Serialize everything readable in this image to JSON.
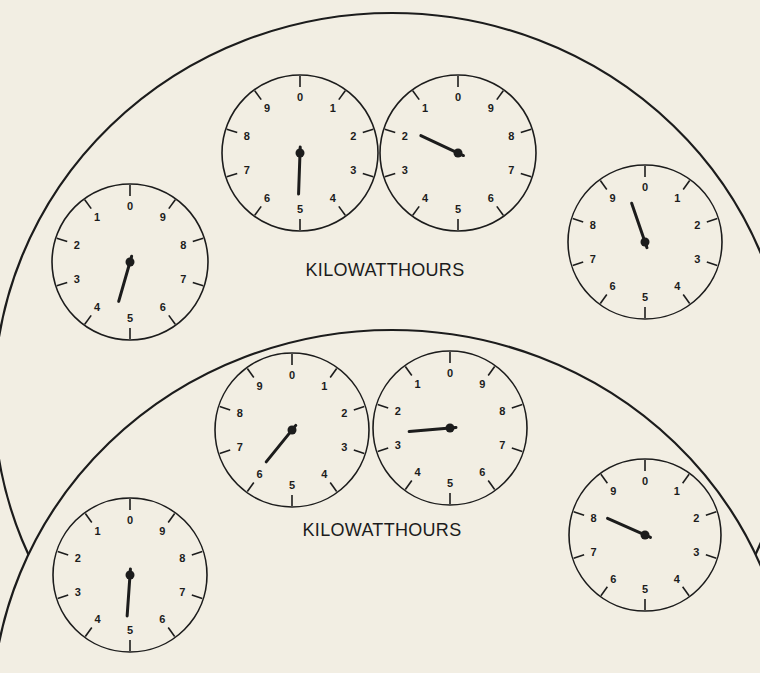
{
  "diagram": {
    "nodes": [
      {
        "text": [
          "KILOWATTHOURS"
        ]
      },
      {
        "text": [
          "0",
          "1",
          "2",
          "3",
          "4",
          "5",
          "6",
          "7",
          "8",
          "9"
        ],
        "in": 0
      },
      {
        "text": [
          "0",
          "1",
          "2",
          "3",
          "4",
          "5",
          "6",
          "7",
          "8",
          "9"
        ],
        "in": 0
      },
      {
        "text": [
          "0",
          "1",
          "2",
          "3",
          "4",
          "5",
          "6",
          "7",
          "8",
          "9"
        ],
        "in": 0
      },
      {
        "text": [
          "0",
          "1",
          "2",
          "3",
          "4",
          "5",
          "6",
          "7",
          "8",
          "9"
        ],
        "in": 0
      },
      {
        "text": [
          "KILOWATTHOURS"
        ]
      },
      {
        "text": [
          "0",
          "1",
          "2",
          "3",
          "4",
          "5",
          "6",
          "7",
          "8",
          "9"
        ],
        "in": 5
      },
      {
        "text": [
          "0",
          "1",
          "2",
          "3",
          "4",
          "5",
          "6",
          "7",
          "8",
          "9"
        ],
        "in": 5
      },
      {
        "text": [
          "0",
          "1",
          "2",
          "3",
          "4",
          "5",
          "6",
          "7",
          "8",
          "9"
        ],
        "in": 5
      },
      {
        "text": [
          "0",
          "1",
          "2",
          "3",
          "4",
          "5",
          "6",
          "7",
          "8",
          "9"
        ],
        "in": 5
      }
    ]
  }
}
